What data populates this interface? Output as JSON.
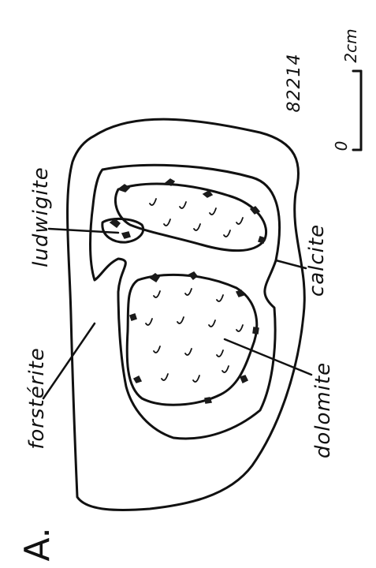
{
  "figure": {
    "panel_label": "A.",
    "sample_id": "82214",
    "scale_bar": {
      "zero": "0",
      "length": "2cm"
    },
    "minerals": {
      "ludwigite": "ludwigite",
      "calcite": "calcite",
      "forsterite": "forstérite",
      "dolomite": "dolomite"
    }
  },
  "colors": {
    "ink": "#111111",
    "background": "#ffffff"
  }
}
